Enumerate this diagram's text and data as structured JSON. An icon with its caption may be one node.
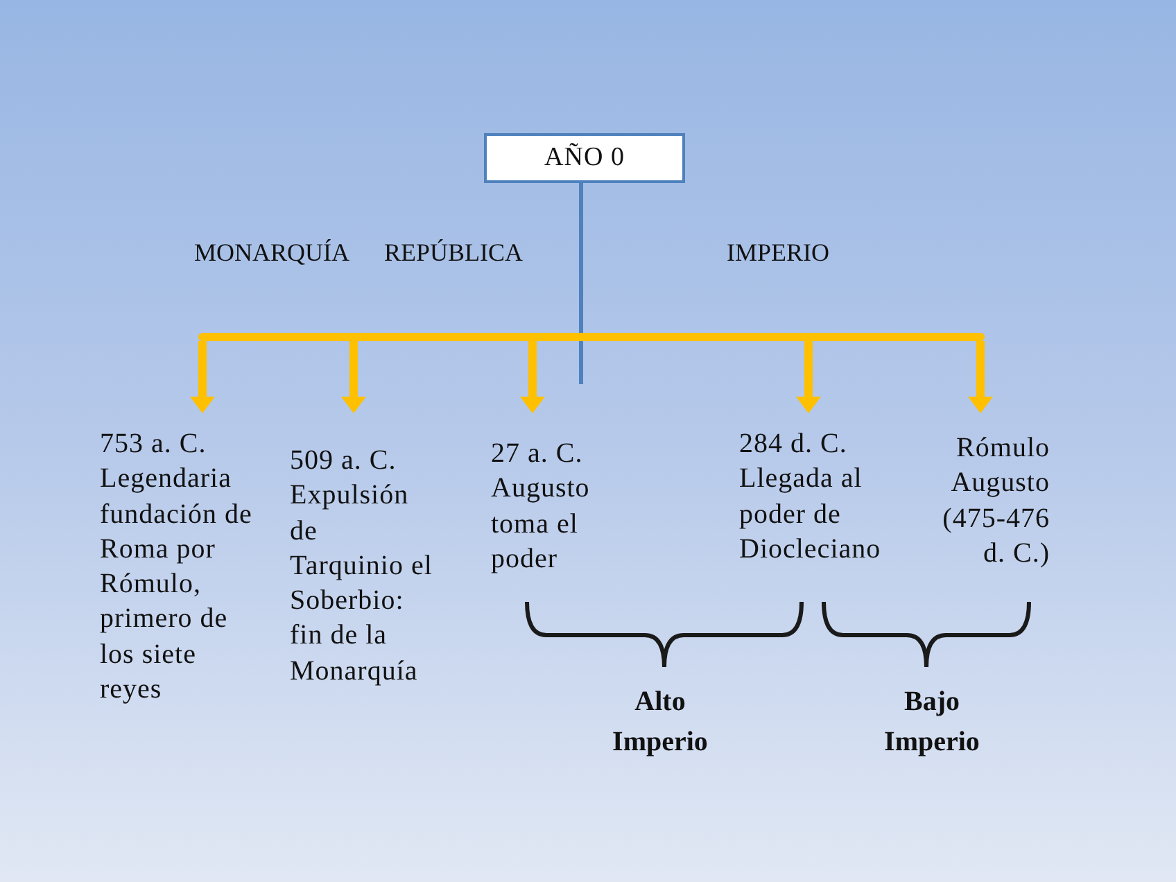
{
  "diagram": {
    "nodes": [
      {
        "text": [
          "AÑO 0"
        ]
      },
      {
        "text": [],
        "shape": "bar"
      },
      {
        "text": [
          "753 a. C. Legendaria fundación de Roma por Rómulo, primero de los siete reyes"
        ]
      },
      {
        "text": [
          "509 a. C. Expulsión de Tarquinio el Soberbio: fin de la Monarquía"
        ]
      },
      {
        "text": [
          "27 a. C. Augusto toma el poder"
        ]
      },
      {
        "text": [
          "284 d. C. Llegada al poder de Diocleciano"
        ]
      },
      {
        "text": [
          "Rómulo Augusto (475-476 d. C.)"
        ]
      }
    ],
    "edges": [
      {
        "from": 0,
        "to": null,
        "arrow": "none",
        "color": "#4f81bd"
      },
      {
        "from": 1,
        "to": 2,
        "arrow": "to"
      },
      {
        "from": 1,
        "to": 3,
        "arrow": "to"
      },
      {
        "from": 1,
        "to": 4,
        "arrow": "to"
      },
      {
        "from": 1,
        "to": 5,
        "arrow": "to"
      },
      {
        "from": 1,
        "to": 6,
        "arrow": "to"
      }
    ],
    "labels": [
      "MONARQUÍA",
      "REPÚBLICA",
      "IMPERIO",
      "Alto Imperio",
      "Bajo Imperio"
    ]
  }
}
